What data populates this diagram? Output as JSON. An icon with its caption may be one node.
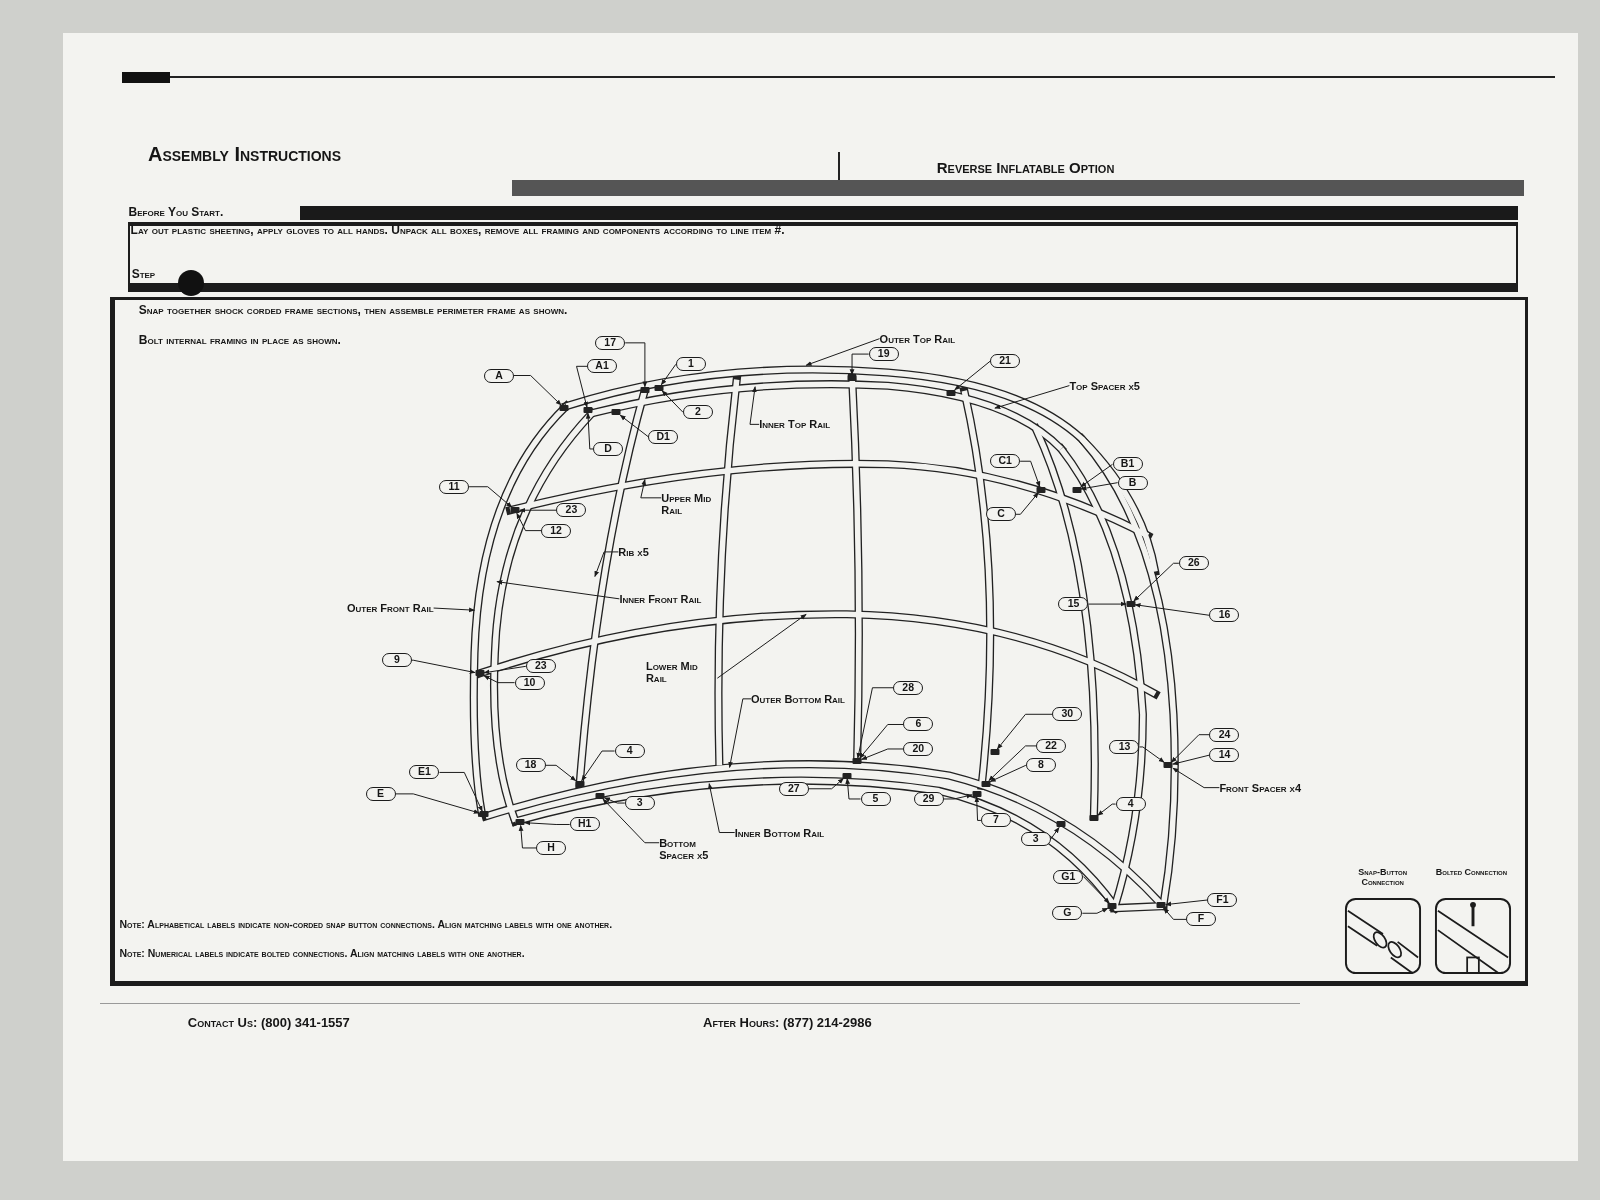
{
  "diagram": {
    "title": "Assembly Instructions",
    "nodes": [
      {
        "text": [
          "17"
        ]
      },
      {
        "text": [
          "Outer Top Rail"
        ]
      },
      {
        "text": [
          "A1"
        ]
      },
      {
        "text": [
          "1"
        ]
      },
      {
        "text": [
          "19"
        ]
      },
      {
        "text": [
          "21"
        ]
      },
      {
        "text": [
          "A"
        ]
      },
      {
        "text": [
          "Top Spacer x5"
        ]
      },
      {
        "text": [
          "2"
        ]
      },
      {
        "text": [
          "Inner Top Rail"
        ]
      },
      {
        "text": [
          "D1"
        ]
      },
      {
        "text": [
          "D"
        ]
      },
      {
        "text": [
          "C1"
        ]
      },
      {
        "text": [
          "B1"
        ]
      },
      {
        "text": [
          "B"
        ]
      },
      {
        "text": [
          "11"
        ]
      },
      {
        "text": [
          "Upper Mid Rail"
        ]
      },
      {
        "text": [
          "23"
        ]
      },
      {
        "text": [
          "C"
        ]
      },
      {
        "text": [
          "12"
        ]
      },
      {
        "text": [
          "Rib x5"
        ]
      },
      {
        "text": [
          "26"
        ]
      },
      {
        "text": [
          "Inner Front Rail"
        ]
      },
      {
        "text": [
          "15"
        ]
      },
      {
        "text": [
          "Outer Front Rail"
        ]
      },
      {
        "text": [
          "16"
        ]
      },
      {
        "text": [
          "9"
        ]
      },
      {
        "text": [
          "Lower Mid Rail"
        ]
      },
      {
        "text": [
          "23"
        ]
      },
      {
        "text": [
          "10"
        ]
      },
      {
        "text": [
          "28"
        ]
      },
      {
        "text": [
          "Outer Bottom Rail"
        ]
      },
      {
        "text": [
          "30"
        ]
      },
      {
        "text": [
          "6"
        ]
      },
      {
        "text": [
          "24"
        ]
      },
      {
        "text": [
          "22"
        ]
      },
      {
        "text": [
          "13"
        ]
      },
      {
        "text": [
          "20"
        ]
      },
      {
        "text": [
          "4"
        ]
      },
      {
        "text": [
          "14"
        ]
      },
      {
        "text": [
          "8"
        ]
      },
      {
        "text": [
          "18"
        ]
      },
      {
        "text": [
          "E1"
        ]
      },
      {
        "text": [
          "Front Spacer x4"
        ]
      },
      {
        "text": [
          "27"
        ]
      },
      {
        "text": [
          "E"
        ]
      },
      {
        "text": [
          "3"
        ]
      },
      {
        "text": [
          "4"
        ]
      },
      {
        "text": [
          "5"
        ]
      },
      {
        "text": [
          "29"
        ]
      },
      {
        "text": [
          "7"
        ]
      },
      {
        "text": [
          "Inner Bottom Rail"
        ]
      },
      {
        "text": [
          "H1"
        ]
      },
      {
        "text": [
          "Bottom Spacer x5"
        ]
      },
      {
        "text": [
          "3"
        ]
      },
      {
        "text": [
          "H"
        ]
      },
      {
        "text": [
          "G1"
        ]
      },
      {
        "text": [
          "F1"
        ]
      },
      {
        "text": [
          "G"
        ]
      },
      {
        "text": [
          "F"
        ]
      },
      {
        "text": [],
        "shape": "bar"
      },
      {
        "text": [],
        "shape": "bar"
      },
      {
        "text": [],
        "shape": "bar"
      },
      {
        "text": [],
        "shape": "bar"
      },
      {
        "text": [],
        "shape": "bar"
      },
      {
        "text": [],
        "shape": "bar"
      },
      {
        "text": [],
        "shape": "bar"
      },
      {
        "text": [],
        "shape": "bar"
      },
      {
        "text": [],
        "shape": "bar"
      },
      {
        "text": [],
        "shape": "bar"
      },
      {
        "text": [],
        "shape": "bar"
      },
      {
        "text": [],
        "shape": "bar"
      },
      {
        "text": [],
        "shape": "bar"
      },
      {
        "text": [],
        "shape": "bar"
      },
      {
        "text": [],
        "shape": "bar"
      },
      {
        "text": [],
        "shape": "bar"
      },
      {
        "text": [],
        "shape": "bar"
      },
      {
        "text": [],
        "shape": "bar"
      },
      {
        "text": [],
        "shape": "bar"
      },
      {
        "text": [],
        "shape": "bar"
      },
      {
        "text": [],
        "shape": "bar"
      },
      {
        "text": [],
        "shape": "bar"
      },
      {
        "text": [],
        "shape": "bar"
      },
      {
        "text": [],
        "shape": "bar"
      },
      {
        "text": [],
        "shape": "bar"
      },
      {
        "text": [],
        "shape": "bar"
      }
    ],
    "edges": [
      {
        "from": 0,
        "to": 69,
        "arrow": "to"
      },
      {
        "from": 1,
        "to": null,
        "arrow": "to"
      },
      {
        "from": 2,
        "to": 66,
        "arrow": "to"
      },
      {
        "from": 3,
        "to": 70,
        "arrow": "to"
      },
      {
        "from": 4,
        "to": 72,
        "arrow": "to"
      },
      {
        "from": 5,
        "to": 74,
        "arrow": "to"
      },
      {
        "from": 6,
        "to": 64,
        "arrow": "to"
      },
      {
        "from": 7,
        "to": null,
        "arrow": "to"
      },
      {
        "from": 8,
        "to": 70,
        "arrow": "to"
      },
      {
        "from": 9,
        "to": null,
        "arrow": "to"
      },
      {
        "from": 10,
        "to": 68,
        "arrow": "to"
      },
      {
        "from": 11,
        "to": 66,
        "arrow": "to"
      },
      {
        "from": 12,
        "to": 78,
        "arrow": "to"
      },
      {
        "from": 13,
        "to": 80,
        "arrow": "to"
      },
      {
        "from": 14,
        "to": 80,
        "arrow": "to"
      },
      {
        "from": 15,
        "to": 62,
        "arrow": "to"
      },
      {
        "from": 16,
        "to": null,
        "arrow": "to"
      },
      {
        "from": 17,
        "to": 62,
        "arrow": "to"
      },
      {
        "from": 18,
        "to": 78,
        "arrow": "to"
      },
      {
        "from": 19,
        "to": 62,
        "arrow": "to"
      },
      {
        "from": 20,
        "to": null,
        "arrow": "to"
      },
      {
        "from": 21,
        "to": 83,
        "arrow": "to"
      },
      {
        "from": 22,
        "to": null,
        "arrow": "to"
      },
      {
        "from": 23,
        "to": 83,
        "arrow": "to"
      },
      {
        "from": 24,
        "to": null,
        "arrow": "to"
      },
      {
        "from": 25,
        "to": 83,
        "arrow": "to"
      },
      {
        "from": 26,
        "to": 60,
        "arrow": "to"
      },
      {
        "from": 27,
        "to": null,
        "arrow": "to"
      },
      {
        "from": 28,
        "to": 60,
        "arrow": "to"
      },
      {
        "from": 29,
        "to": 60,
        "arrow": "to"
      },
      {
        "from": 30,
        "to": 73,
        "arrow": "to"
      },
      {
        "from": 31,
        "to": null,
        "arrow": "to"
      },
      {
        "from": 32,
        "to": 77,
        "arrow": "to"
      },
      {
        "from": 33,
        "to": 73,
        "arrow": "to"
      },
      {
        "from": 34,
        "to": 85,
        "arrow": "to"
      },
      {
        "from": 35,
        "to": 76,
        "arrow": "to"
      },
      {
        "from": 36,
        "to": 85,
        "arrow": "to"
      },
      {
        "from": 37,
        "to": 73,
        "arrow": "to"
      },
      {
        "from": 38,
        "to": 65,
        "arrow": "to"
      },
      {
        "from": 39,
        "to": 85,
        "arrow": "to"
      },
      {
        "from": 40,
        "to": 76,
        "arrow": "to"
      },
      {
        "from": 41,
        "to": 65,
        "arrow": "to"
      },
      {
        "from": 42,
        "to": 61,
        "arrow": "to"
      },
      {
        "from": 43,
        "to": 85,
        "arrow": "to"
      },
      {
        "from": 44,
        "to": 71,
        "arrow": "to"
      },
      {
        "from": 45,
        "to": 61,
        "arrow": "to"
      },
      {
        "from": 46,
        "to": 67,
        "arrow": "to"
      },
      {
        "from": 47,
        "to": 81,
        "arrow": "to"
      },
      {
        "from": 48,
        "to": 71,
        "arrow": "to"
      },
      {
        "from": 49,
        "to": 75,
        "arrow": "to"
      },
      {
        "from": 50,
        "to": 75,
        "arrow": "to"
      },
      {
        "from": 51,
        "to": null,
        "arrow": "to"
      },
      {
        "from": 52,
        "to": 63,
        "arrow": "to"
      },
      {
        "from": 53,
        "to": 67,
        "arrow": "to"
      },
      {
        "from": 54,
        "to": 79,
        "arrow": "to"
      },
      {
        "from": 55,
        "to": 63,
        "arrow": "to"
      },
      {
        "from": 56,
        "to": 82,
        "arrow": "to"
      },
      {
        "from": 57,
        "to": 84,
        "arrow": "to"
      },
      {
        "from": 58,
        "to": 82,
        "arrow": "to"
      },
      {
        "from": 59,
        "to": 84,
        "arrow": "to"
      }
    ],
    "labels": [
      "Reverse Inflatable Option",
      "Before You Start.",
      "Lay out plastic sheeting, apply gloves to all hands. Unpack all boxes, remove all framing and components according to line item #.",
      "Step",
      "Snap together shock corded frame sections, then assemble perimeter frame as shown.",
      "Bolt internal framing in place as shown.",
      "Snap-Button Connection",
      "Bolted Connection",
      "Note: Alphabetical labels indicate non-corded snap button connections. Align matching labels with one another.",
      "Note: Numerical labels indicate bolted connections. Align matching labels with one another.",
      "Contact Us: (800) 341-1557",
      "After Hours: (877) 214-2986"
    ]
  }
}
